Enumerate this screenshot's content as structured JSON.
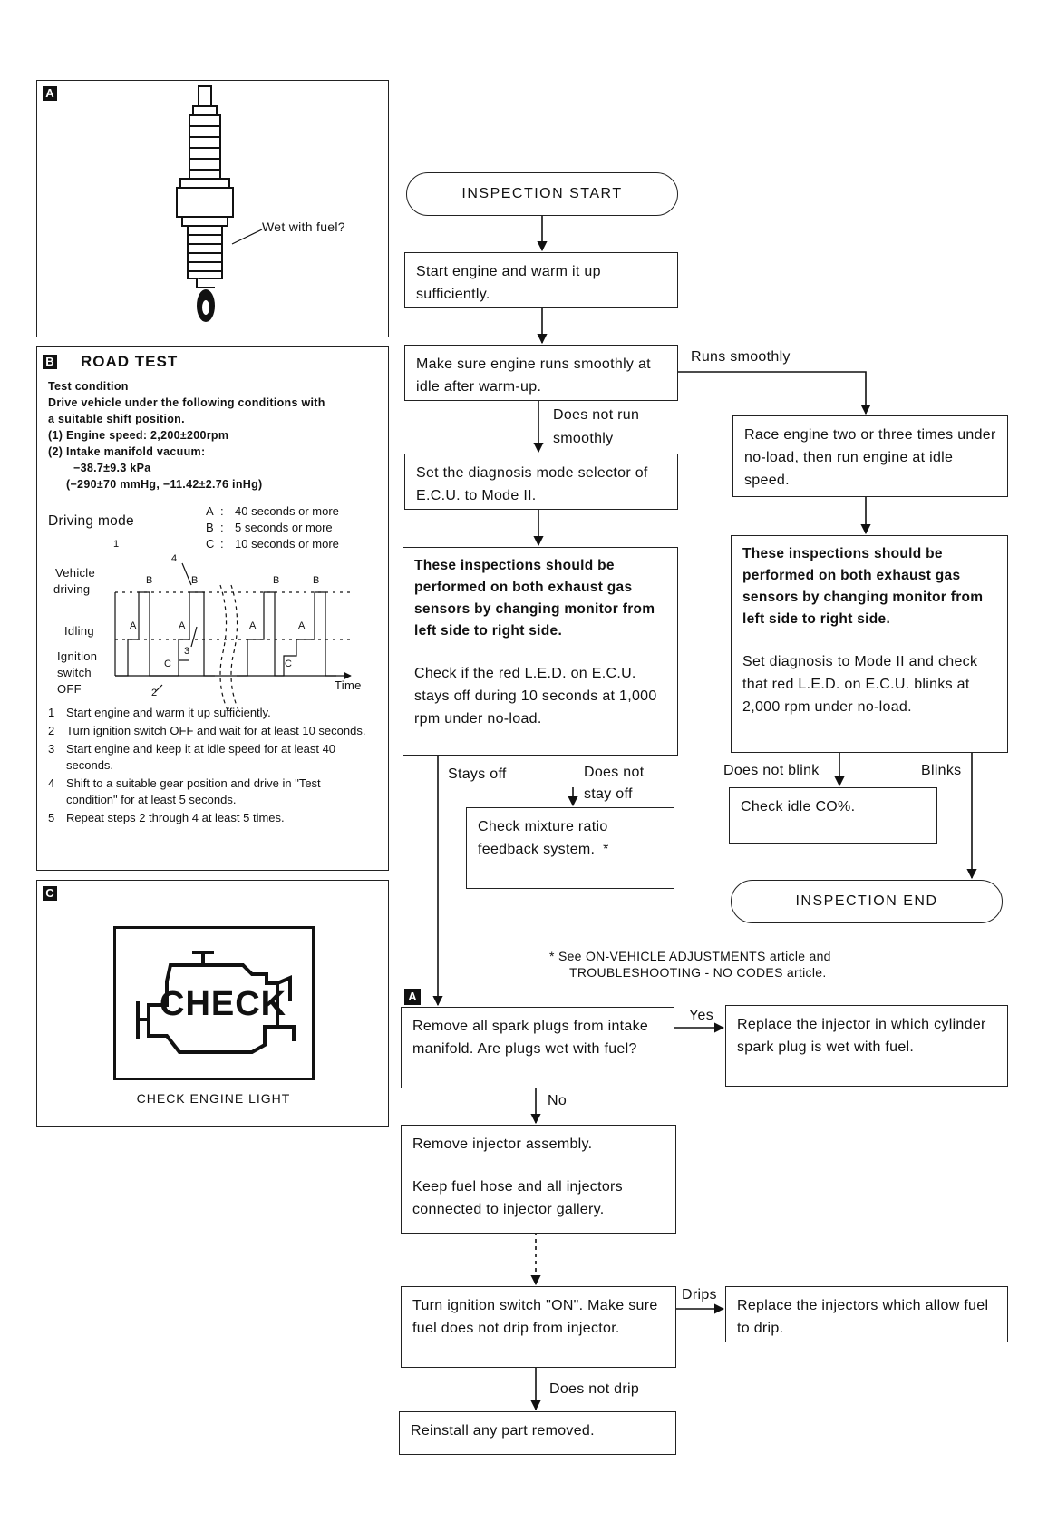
{
  "panel_a": {
    "tag": "A",
    "caption": "Wet with fuel?"
  },
  "panel_b": {
    "tag": "B",
    "title": "ROAD TEST",
    "condition_heading": "Test condition",
    "condition_text_1": "Drive vehicle under the following conditions with",
    "condition_text_2": "a suitable shift position.",
    "engine_speed": "(1) Engine speed:  2,200±200rpm",
    "vacuum_heading": "(2) Intake manifold vacuum:",
    "vacuum_kpa": "−38.7±9.3 kPa",
    "vacuum_other": "(−290±70 mmHg, −11.42±2.76 inHg)",
    "driving_mode": "Driving mode",
    "legend": [
      {
        "key": "A",
        "sep": ":",
        "text": "40 seconds or more"
      },
      {
        "key": "B",
        "sep": ":",
        "text": "5 seconds or more"
      },
      {
        "key": "C",
        "sep": ":",
        "text": "10 seconds or more"
      }
    ],
    "graph": {
      "y_label_vehicle_1": "Vehicle",
      "y_label_vehicle_2": "driving",
      "y_label_idling": "Idling",
      "y_label_ignition_1": "Ignition",
      "y_label_ignition_2": "switch",
      "y_label_off": "OFF",
      "x_label": "Time",
      "marks": {
        "a": "A",
        "b": "B",
        "c": "C",
        "n2": "2",
        "n3": "3",
        "n4": "4",
        "n1": "1"
      }
    },
    "steps": [
      {
        "num": "1",
        "text": "Start engine and warm it up sufficiently."
      },
      {
        "num": "2",
        "text": "Turn ignition switch OFF and wait for at least 10 seconds."
      },
      {
        "num": "3",
        "text": "Start engine and keep it at idle speed for at least 40 seconds."
      },
      {
        "num": "4",
        "text": "Shift to a suitable gear position and drive in \"Test condition\" for at least 5 seconds."
      },
      {
        "num": "5",
        "text": "Repeat steps  2  through  4  at least 5 times."
      }
    ]
  },
  "panel_c": {
    "tag": "C",
    "icon_text": "CHECK",
    "caption": "CHECK ENGINE LIGHT"
  },
  "flow": {
    "start": "INSPECTION  START",
    "warm_up": "Start engine and warm it up sufficiently.",
    "idle_check": "Make sure engine runs smoothly at idle after warm-up.",
    "runs_smoothly": "Runs smoothly",
    "not_smooth_1": "Does not run",
    "not_smooth_2": "smoothly",
    "diag_mode": "Set the diagnosis mode selector of E.C.U. to Mode II.",
    "left_bold": "These inspections should be performed on both exhaust gas sensors by changing monitor from left side to right side.",
    "left_check": "Check if the red L.E.D. on E.C.U. stays off during 10 seconds at 1,000 rpm under no-load.",
    "stays_off": "Stays off",
    "not_stay_1": "Does not",
    "not_stay_2": "stay off",
    "mixture": "Check mixture ratio feedback system.",
    "asterisk": "*",
    "race_engine": "Race engine two or three times under no-load, then run engine at idle speed.",
    "right_bold": "These inspections should be performed on both exhaust gas sensors by changing monitor from left side to right side.",
    "right_check": "Set diagnosis to Mode II and check that red L.E.D. on E.C.U. blinks at 2,000 rpm under no-load.",
    "not_blink": "Does not blink",
    "blinks": "Blinks",
    "idle_co": "Check idle CO%.",
    "end": "INSPECTION  END",
    "footnote_1": "*  See ON-VEHICLE ADJUSTMENTS article and",
    "footnote_2": "TROUBLESHOOTING - NO CODES article.",
    "tag_a": "A",
    "spark_plugs": "Remove all spark plugs from intake manifold. Are plugs wet with fuel?",
    "yes": "Yes",
    "replace_injector": "Replace the injector in which cylinder spark plug is wet with fuel.",
    "no": "No",
    "remove_injector": "Remove injector assembly.",
    "keep_hose": "Keep fuel hose and all injectors connected to injector gallery.",
    "ignition_on": "Turn ignition switch \"ON\". Make sure fuel does not drip from injector.",
    "drips": "Drips",
    "replace_drip": "Replace the injectors which allow fuel to drip.",
    "no_drip": "Does not drip",
    "reinstall": "Reinstall any part removed."
  }
}
